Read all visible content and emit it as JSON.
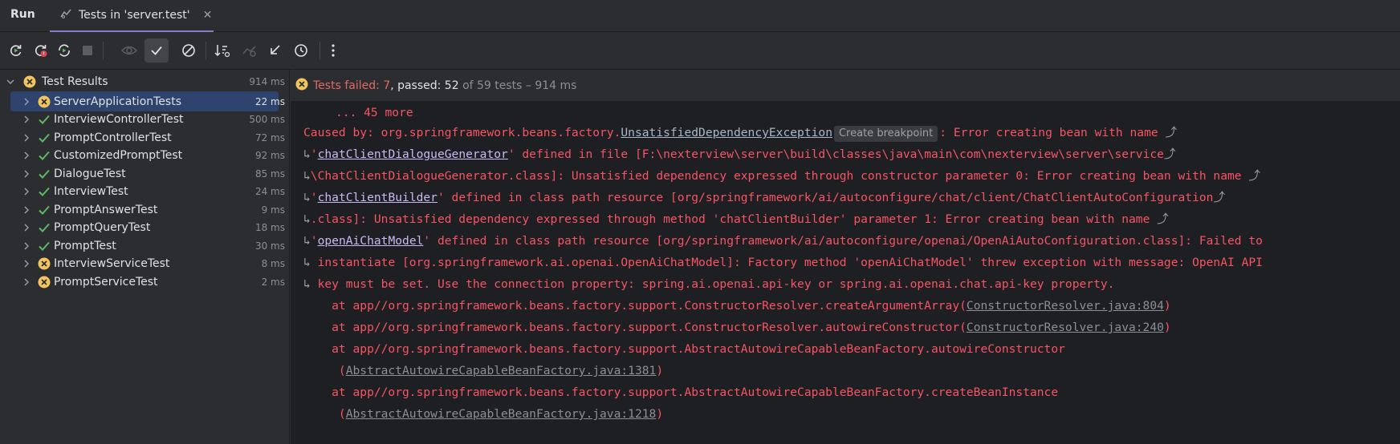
{
  "window": {
    "run_label": "Run",
    "tab_title": "Tests in 'server.test'"
  },
  "toolbar": {
    "icons": [
      "rerun-icon",
      "rerun-failed-icon",
      "toggle-auto-test-icon",
      "stop-icon",
      "eye-icon",
      "show-passed-icon",
      "show-ignored-icon",
      "sort-icon",
      "import-tests-icon",
      "export-icon",
      "history-icon",
      "more-icon"
    ]
  },
  "tree": {
    "root": {
      "label": "Test Results",
      "time": "914 ms",
      "status": "failed"
    },
    "items": [
      {
        "label": "ServerApplicationTests",
        "time": "22 ms",
        "status": "failed"
      },
      {
        "label": "InterviewControllerTest",
        "time": "500 ms",
        "status": "passed"
      },
      {
        "label": "PromptControllerTest",
        "time": "72 ms",
        "status": "passed"
      },
      {
        "label": "CustomizedPromptTest",
        "time": "92 ms",
        "status": "passed"
      },
      {
        "label": "DialogueTest",
        "time": "85 ms",
        "status": "passed"
      },
      {
        "label": "InterviewTest",
        "time": "24 ms",
        "status": "passed"
      },
      {
        "label": "PromptAnswerTest",
        "time": "9 ms",
        "status": "passed"
      },
      {
        "label": "PromptQueryTest",
        "time": "18 ms",
        "status": "passed"
      },
      {
        "label": "PromptTest",
        "time": "30 ms",
        "status": "passed"
      },
      {
        "label": "InterviewServiceTest",
        "time": "8 ms",
        "status": "failed"
      },
      {
        "label": "PromptServiceTest",
        "time": "2 ms",
        "status": "failed"
      }
    ]
  },
  "status": {
    "failed": "Tests failed: 7",
    "passed": ", passed: 52",
    "rest": " of 59 tests – 914 ms"
  },
  "console": {
    "l1": "... 45 more",
    "l2a": "Caused by: org.springframework.beans.factory.",
    "l2b": "UnsatisfiedDependencyException",
    "l2bp": "Create breakpoint",
    "l2c": ": Error creating bean with name",
    "l3a": "'",
    "l3b": "chatClientDialogueGenerator",
    "l3c": "' defined in file [F:\\nexterview\\server\\build\\classes\\java\\main\\com\\nexterview\\server\\service",
    "l4": "\\ChatClientDialogueGenerator.class]: Unsatisfied dependency expressed through constructor parameter 0: Error creating bean with name",
    "l5a": "'",
    "l5b": "chatClientBuilder",
    "l5c": "' defined in class path resource [org/springframework/ai/autoconfigure/chat/client/ChatClientAutoConfiguration",
    "l6": ".class]: Unsatisfied dependency expressed through method 'chatClientBuilder' parameter 1: Error creating bean with name",
    "l7a": "'",
    "l7b": "openAiChatModel",
    "l7c": "' defined in class path resource [org/springframework/ai/autoconfigure/openai/OpenAiAutoConfiguration.class]: Failed to",
    "l8": " instantiate [org.springframework.ai.openai.OpenAiChatModel]: Factory method 'openAiChatModel' threw exception with message: OpenAI API",
    "l9": " key must be set. Use the connection property: spring.ai.openai.api-key or spring.ai.openai.chat.api-key property.",
    "l10a": "    at app//org.springframework.beans.factory.support.ConstructorResolver.createArgumentArray(",
    "l10b": "ConstructorResolver.java:804",
    "l10c": ")",
    "l11a": "    at app//org.springframework.beans.factory.support.ConstructorResolver.autowireConstructor(",
    "l11b": "ConstructorResolver.java:240",
    "l11c": ")",
    "l12": "    at app//org.springframework.beans.factory.support.AbstractAutowireCapableBeanFactory.autowireConstructor",
    "l13a": "     (",
    "l13b": "AbstractAutowireCapableBeanFactory.java:1381",
    "l13c": ")",
    "l14": "    at app//org.springframework.beans.factory.support.AbstractAutowireCapableBeanFactory.createBeanInstance",
    "l15a": "     (",
    "l15b": "AbstractAutowireCapableBeanFactory.java:1218",
    "l15c": ")"
  },
  "colors": {
    "error_red": "#f75464",
    "passed_green": "#5fb865",
    "failed_yellow": "#f2c55c",
    "selection": "#2e436e"
  }
}
